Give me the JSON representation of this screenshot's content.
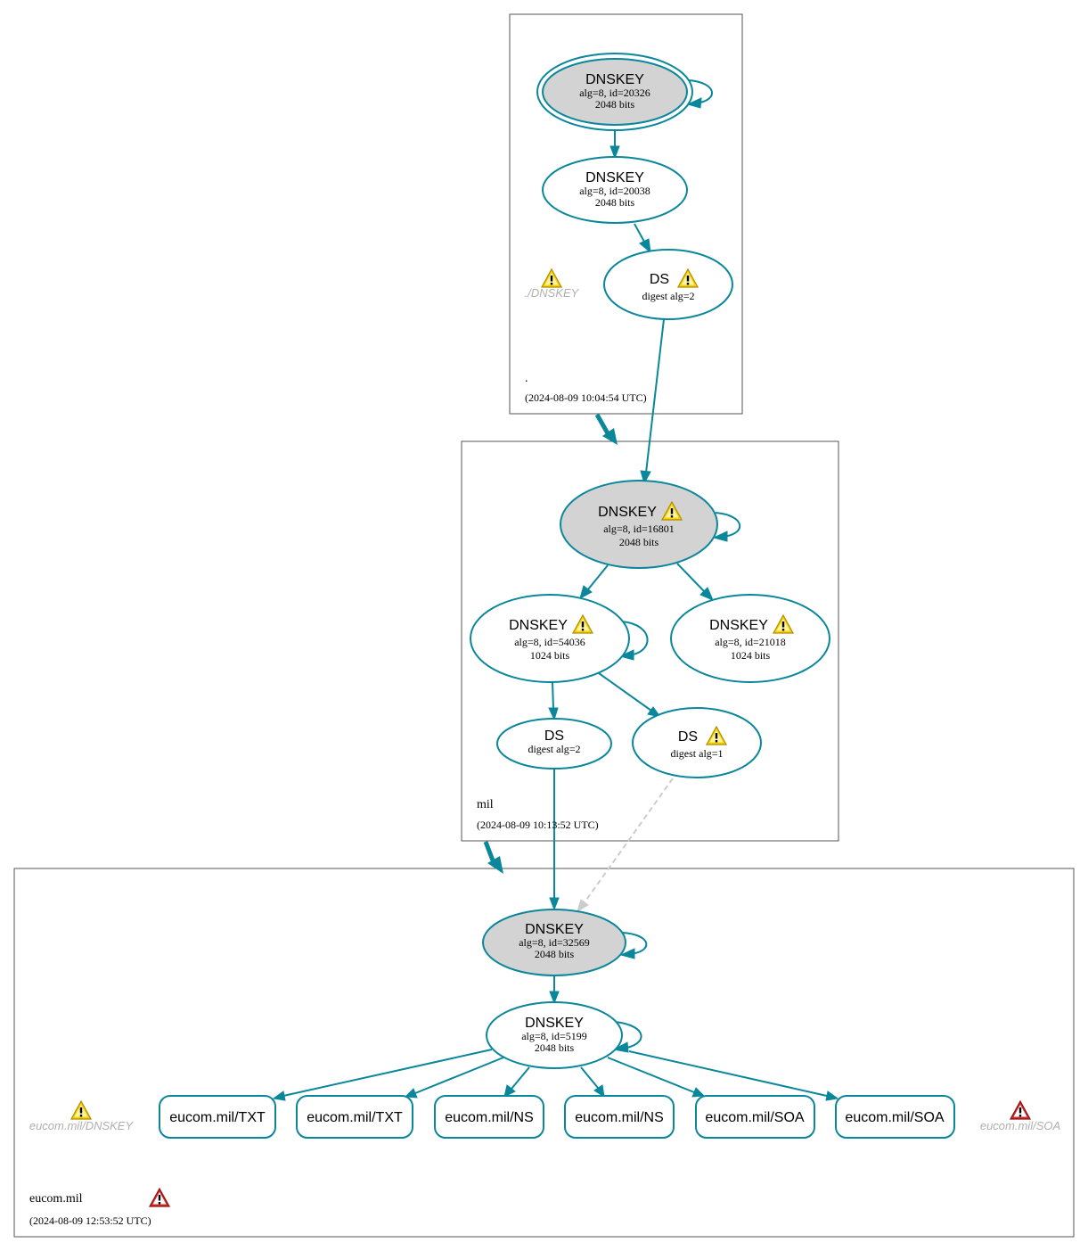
{
  "colors": {
    "edge": "#0a879a",
    "ksk_fill": "#d3d3d3",
    "warning": "#f2c500",
    "error": "#cc2222",
    "insecure_edge": "#cccccc"
  },
  "zones": {
    "root": {
      "name": ".",
      "timestamp": "(2024-08-09 10:04:54 UTC)",
      "ghost_label": "./DNSKEY"
    },
    "mil": {
      "name": "mil",
      "timestamp": "(2024-08-09 10:13:52 UTC)"
    },
    "eucom": {
      "name": "eucom.mil",
      "timestamp": "(2024-08-09 12:53:52 UTC)",
      "ghost_dnskey": "eucom.mil/DNSKEY",
      "ghost_soa": "eucom.mil/SOA"
    }
  },
  "nodes": {
    "root_ksk": {
      "title": "DNSKEY",
      "line1": "alg=8, id=20326",
      "line2": "2048 bits"
    },
    "root_zsk": {
      "title": "DNSKEY",
      "line1": "alg=8, id=20038",
      "line2": "2048 bits"
    },
    "root_ds": {
      "title": "DS",
      "line1": "digest alg=2"
    },
    "mil_ksk": {
      "title": "DNSKEY",
      "line1": "alg=8, id=16801",
      "line2": "2048 bits"
    },
    "mil_zsk1": {
      "title": "DNSKEY",
      "line1": "alg=8, id=54036",
      "line2": "1024 bits"
    },
    "mil_zsk2": {
      "title": "DNSKEY",
      "line1": "alg=8, id=21018",
      "line2": "1024 bits"
    },
    "mil_ds2": {
      "title": "DS",
      "line1": "digest alg=2"
    },
    "mil_ds1": {
      "title": "DS",
      "line1": "digest alg=1"
    },
    "eucom_ksk": {
      "title": "DNSKEY",
      "line1": "alg=8, id=32569",
      "line2": "2048 bits"
    },
    "eucom_zsk": {
      "title": "DNSKEY",
      "line1": "alg=8, id=5199",
      "line2": "2048 bits"
    }
  },
  "rrsets": [
    "eucom.mil/TXT",
    "eucom.mil/TXT",
    "eucom.mil/NS",
    "eucom.mil/NS",
    "eucom.mil/SOA",
    "eucom.mil/SOA"
  ],
  "icons": {
    "warning": "warning-icon",
    "error": "error-icon"
  }
}
